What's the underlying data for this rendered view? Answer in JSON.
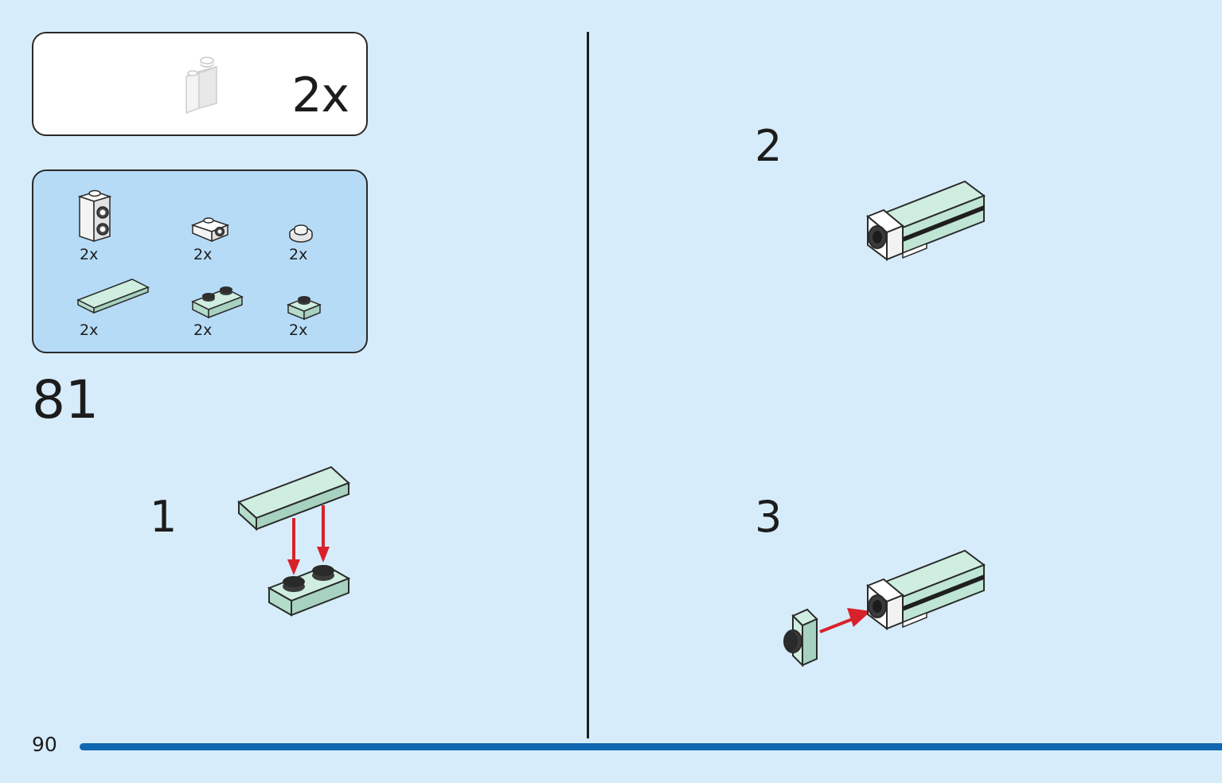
{
  "multiplier": {
    "count": "2x",
    "icon": "white-brick-subassembly-icon"
  },
  "parts": [
    {
      "qty": "2x",
      "icon": "white-brick-1x1-studs-two-sides-icon"
    },
    {
      "qty": "2x",
      "icon": "white-bracket-1x1-icon"
    },
    {
      "qty": "2x",
      "icon": "white-round-plate-1x1-icon"
    },
    {
      "qty": "2x",
      "icon": "mint-tile-1x4-icon"
    },
    {
      "qty": "2x",
      "icon": "mint-plate-1x2-icon"
    },
    {
      "qty": "2x",
      "icon": "mint-plate-1x1-icon"
    }
  ],
  "step": {
    "number": "81"
  },
  "substeps": [
    {
      "label": "1"
    },
    {
      "label": "2"
    },
    {
      "label": "3"
    }
  ],
  "page": {
    "number": "90"
  },
  "colors": {
    "background": "#d6ecfa",
    "parts_panel": "#b6dbf6",
    "mint": "#cfeee0",
    "arrow": "#d7222b",
    "page_bar": "#0e67b0"
  }
}
